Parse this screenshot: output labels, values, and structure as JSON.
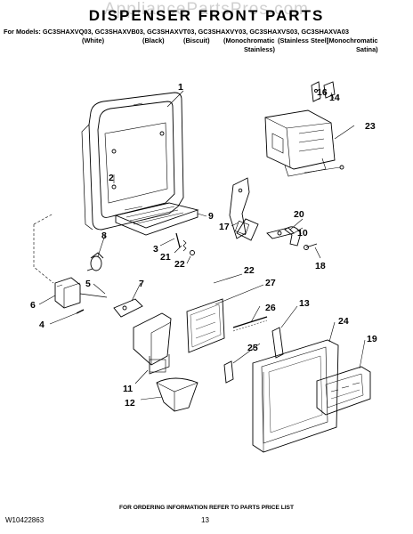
{
  "title": "DISPENSER FRONT PARTS",
  "watermark": "AppliancePartsPros.com",
  "models_line": "For Models: GC3SHAXVQ03, GC3SHAXVB03, GC3SHAXVT03, GC3SHAXVY03, GC3SHAXVS03, GC3SHAXVA03",
  "variants": [
    {
      "line1": "(White)",
      "line2": ""
    },
    {
      "line1": "(Black)",
      "line2": ""
    },
    {
      "line1": "(Biscuit)",
      "line2": ""
    },
    {
      "line1": "(Monochromatic",
      "line2": "Stainless)"
    },
    {
      "line1": "(Stainless Steel)",
      "line2": ""
    },
    {
      "line1": "(Monochromatic",
      "line2": "Satina)"
    }
  ],
  "callouts": [
    "1",
    "2",
    "3",
    "4",
    "5",
    "6",
    "7",
    "8",
    "9",
    "10",
    "11",
    "12",
    "13",
    "14",
    "16",
    "17",
    "18",
    "19",
    "20",
    "21",
    "22",
    "22",
    "23",
    "24",
    "25",
    "26",
    "27"
  ],
  "footer": "FOR ORDERING INFORMATION REFER TO PARTS PRICE LIST",
  "doc_number": "W10422863",
  "page_number": "13"
}
